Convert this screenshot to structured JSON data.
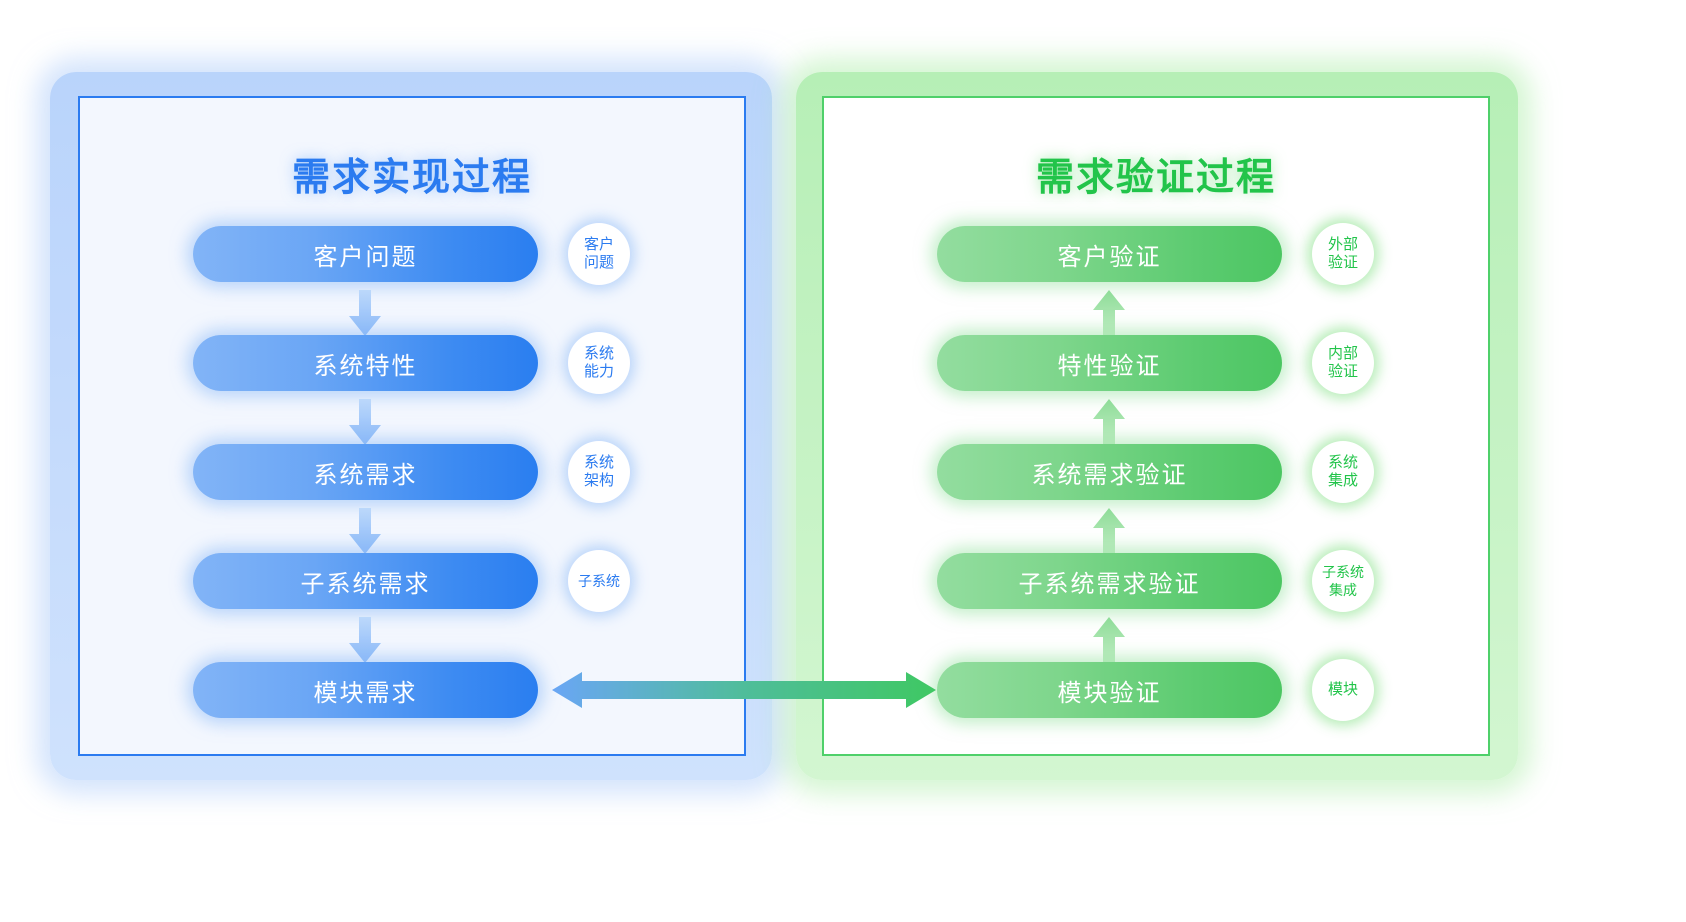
{
  "diagram": {
    "title_hidden": "",
    "colors": {
      "blue_accent": "#2b7bf0",
      "blue_pill_from": "#82b4f7",
      "blue_pill_to": "#2a7ef0",
      "blue_panel_bg": "#f3f7fe",
      "green_accent": "#22c44a",
      "green_pill_from": "#93dd9f",
      "green_pill_to": "#4bc662",
      "green_panel_bg": "#ffffff"
    }
  },
  "left_panel": {
    "title": "需求实现过程",
    "flow_direction": "down",
    "steps": [
      {
        "label": "客户问题",
        "badge_lines": [
          "客户",
          "问题"
        ]
      },
      {
        "label": "系统特性",
        "badge_lines": [
          "系统",
          "能力"
        ]
      },
      {
        "label": "系统需求",
        "badge_lines": [
          "系统",
          "架构"
        ]
      },
      {
        "label": "子系统需求",
        "badge_lines": [
          "子系统"
        ]
      },
      {
        "label": "模块需求",
        "badge_lines": []
      }
    ]
  },
  "right_panel": {
    "title": "需求验证过程",
    "flow_direction": "up",
    "steps": [
      {
        "label": "客户验证",
        "badge_lines": [
          "外部",
          "验证"
        ]
      },
      {
        "label": "特性验证",
        "badge_lines": [
          "内部",
          "验证"
        ]
      },
      {
        "label": "系统需求验证",
        "badge_lines": [
          "系统",
          "集成"
        ]
      },
      {
        "label": "子系统需求验证",
        "badge_lines": [
          "子系统",
          "集成"
        ]
      },
      {
        "label": "模块验证",
        "badge_lines": [
          "模块"
        ]
      }
    ]
  },
  "cross_link": {
    "name": "module-link-arrow",
    "type": "bidirectional",
    "from_color": "#6aa6f5",
    "to_color": "#3fc863",
    "label": ""
  }
}
